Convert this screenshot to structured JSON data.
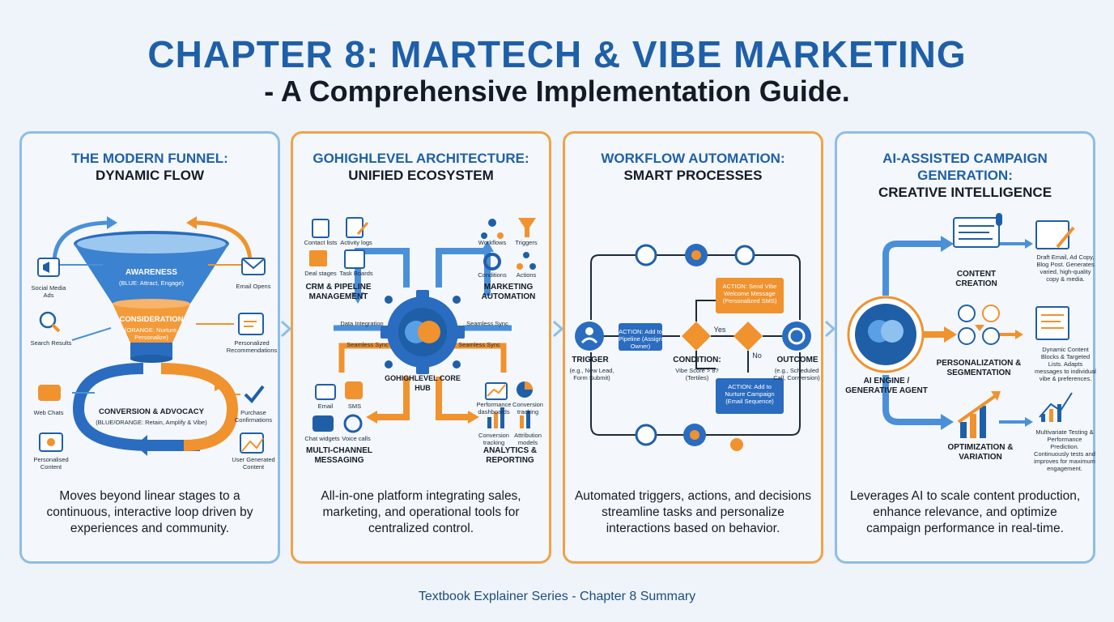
{
  "header": {
    "title": "CHAPTER 8: MARTECH & VIBE MARKETING",
    "subtitle": "- A Comprehensive Implementation Guide."
  },
  "colors": {
    "blue": "#1f5fa8",
    "light_blue": "#4a90d9",
    "orange": "#f0922e",
    "dark": "#141b26"
  },
  "panels": [
    {
      "title_line1": "THE MODERN FUNNEL:",
      "title_line2": "DYNAMIC FLOW",
      "funnel": {
        "stage1": "AWARENESS",
        "stage1_sub": "(BLUE: Attract, Engage)",
        "stage2": "CONSIDERATION",
        "stage2_sub": "(ORANGE: Nurture, Personalize)",
        "stage3": "CONVERSION & ADVOCACY",
        "stage3_sub": "(BLUE/ORANGE: Retain, Amplify & Vibe)"
      },
      "left_items": [
        "Social Media Ads",
        "Search Results",
        "Web Chats",
        "Personalised Content"
      ],
      "right_items": [
        "Email Opens",
        "Personalized Recommendations",
        "Purchase Confirmations",
        "User Generated Content"
      ],
      "description": "Moves beyond linear stages to a continuous, interactive loop driven by experiences and community."
    },
    {
      "title_line1": "GOHIGHLEVEL ARCHITECTURE:",
      "title_line2": "UNIFIED ECOSYSTEM",
      "hub": "GOHIGHLEVEL CORE HUB",
      "crm_items": [
        "Contact lists",
        "Activity logs",
        "Deal stages",
        "Task Boards"
      ],
      "crm_label": "CRM & PIPELINE MANAGEMENT",
      "auto_items": [
        "Workflows",
        "Triggers",
        "Conditions",
        "Actions"
      ],
      "auto_label": "MARKETING AUTOMATION",
      "msg_items": [
        "Email",
        "SMS",
        "Chat widgets",
        "Voice calls"
      ],
      "msg_label": "MULTI-CHANNEL MESSAGING",
      "analytics_items": [
        "Performance dashboards",
        "Conversion tracking",
        "Conversion tracking",
        "Attribution models"
      ],
      "analytics_label": "ANALYTICS & REPORTING",
      "links": [
        "Data Integration",
        "Seamless Sync",
        "Seamless Sync",
        "Seamless Sync"
      ],
      "description": "All-in-one platform integrating sales, marketing, and operational tools for centralized control."
    },
    {
      "title_line1": "WORKFLOW AUTOMATION:",
      "title_line2": "SMART PROCESSES",
      "trigger": "TRIGGER",
      "trigger_sub": "(e.g., New Lead, Form Submit)",
      "action1": "ACTION: Add to Pipeline (Assign Owner)",
      "action2": "ACTION: Send Vibe Welcome Message (Personalized SMS)",
      "action3": "ACTION: Add to Nurture Campaign (Email Sequence)",
      "condition": "CONDITION:",
      "condition_sub": "Vibe Score > 8? (Tertiles)",
      "yes": "Yes",
      "no": "No",
      "outcome": "OUTCOME",
      "outcome_sub": "(e.g., Scheduled Call, Conversion)",
      "description": "Automated triggers, actions, and decisions streamline tasks and personalize interactions based on behavior."
    },
    {
      "title_line1": "AI-ASSISTED CAMPAIGN",
      "title_line1b": "GENERATION:",
      "title_line2": "CREATIVE INTELLIGENCE",
      "engine": "AI ENGINE / GENERATIVE AGENT",
      "content_label": "CONTENT CREATION",
      "content_text": "Draft Email, Ad Copy, Blog Post. Generates varied, high-quality copy & media.",
      "person_label": "PERSONALIZATION & SEGMENTATION",
      "person_text": "Dynamic Content Blocks & Targeted Lists. Adapts messages to individual vibe & preferences.",
      "opt_label": "OPTIMIZATION & VARIATION",
      "opt_text": "Multivariate Testing & Performance Prediction. Continuously tests and improves for maximum engagement.",
      "description": "Leverages AI to scale content production, enhance relevance, and optimize campaign performance in real-time."
    }
  ],
  "footer": "Textbook Explainer Series - Chapter 8 Summary"
}
